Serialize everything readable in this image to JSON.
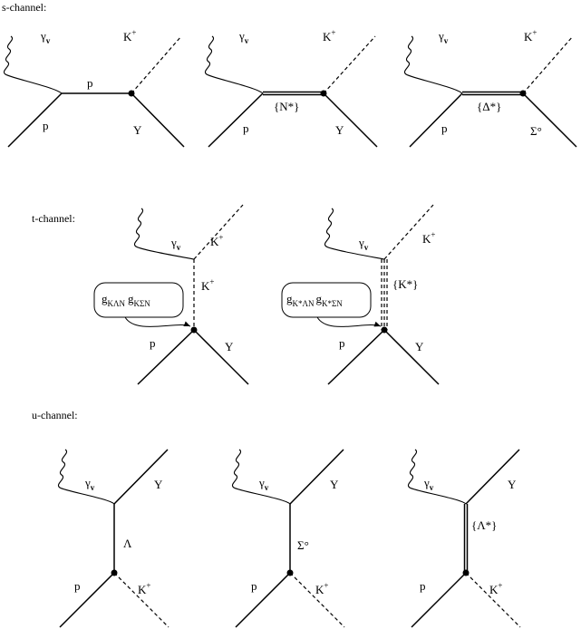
{
  "sections": {
    "s": "s-channel:",
    "t": "t-channel:",
    "u": "u-channel:"
  },
  "symbols": {
    "gamma": "γ",
    "v": "v",
    "K": "K",
    "plus": "+",
    "Y": "Y",
    "p": "p",
    "Lambda": "Λ",
    "Sigma0": "Σ°",
    "N_star": "{N*}",
    "Delta_star": "{Δ*}",
    "K_star": "{K*}",
    "Lambda_star": "{Λ*}"
  },
  "couplings": {
    "kaon": {
      "g1": "g",
      "sub1": "KΛN",
      "g2": "g",
      "sub2": "KΣN"
    },
    "kstar": {
      "g1": "g",
      "sub1": "K*ΛN",
      "g2": "g",
      "sub2": "K*ΣN"
    }
  }
}
